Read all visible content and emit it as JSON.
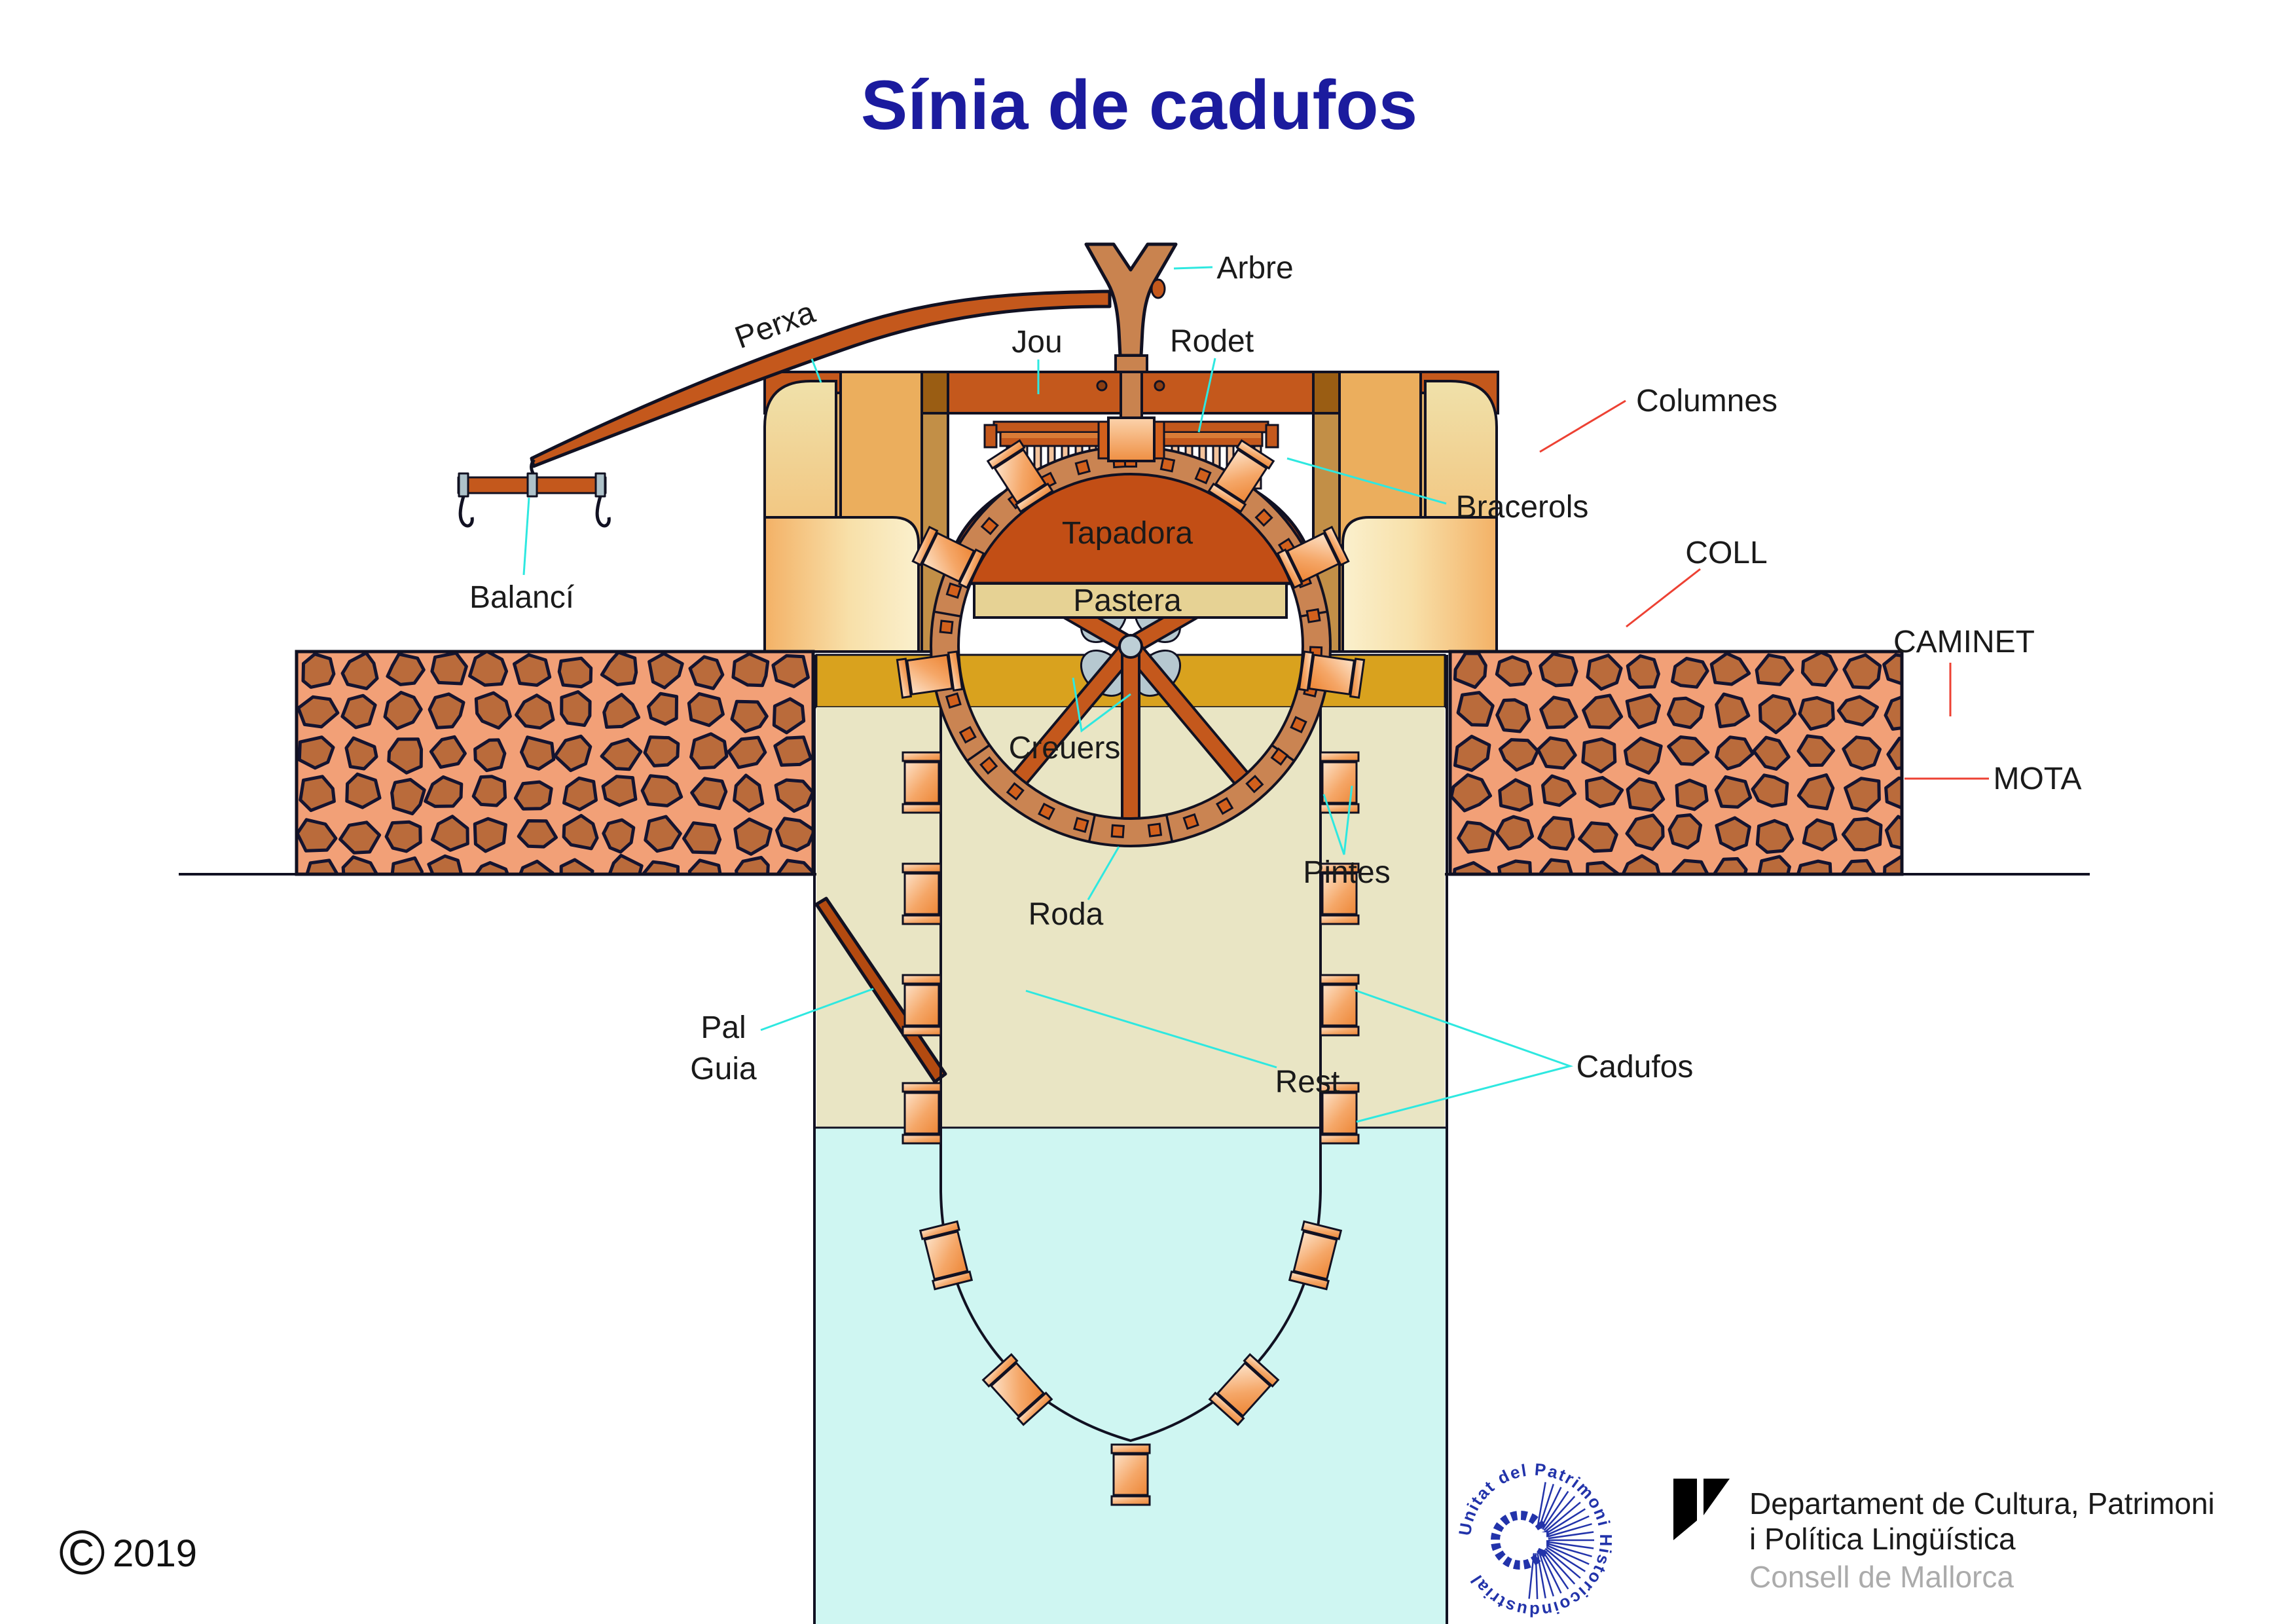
{
  "title": "Sínia de cadufos",
  "copyright": {
    "symbol": "©",
    "year": "2019"
  },
  "diagram_labels": {
    "arbre": "Arbre",
    "perxa": "Perxa",
    "jou": "Jou",
    "rodet": "Rodet",
    "columnes": "Columnes",
    "bracerols": "Bracerols",
    "balanci": "Balancí",
    "coll": "COLL",
    "tapadora": "Tapadora",
    "pastera": "Pastera",
    "caminet": "CAMINET",
    "mota": "MOTA",
    "creuers": "Creuers",
    "pintes": "Pintes",
    "roda": "Roda",
    "rest": "Rest",
    "pal_guia_line1": "Pal",
    "pal_guia_line2": "Guia",
    "cadufos": "Cadufos"
  },
  "footer": {
    "logo_ring_text": "Unitat del Patrimoni Historicoindustrial",
    "org_line1": "Departament de Cultura, Patrimoni",
    "org_line2": "i Política Lingüística",
    "org_sub": "Consell de Mallorca"
  },
  "colors": {
    "title_blue": "#1B1B9E",
    "label_black": "#1A1A1A",
    "leader_cyan": "#2EE8E0",
    "leader_red": "#ED4133",
    "wood_dark": "#C4581C",
    "wood_light": "#CA8452",
    "tapadora_rust": "#C24E15",
    "pastera_tan": "#E6D294",
    "gold_band": "#D9A21E",
    "shaft_beige": "#E9E5C4",
    "water_cyan": "#CFF6F2",
    "stone_fill": "#BA6B3B",
    "mortar": "#F2A077",
    "outline": "#111122",
    "steel_gray": "#B6C8D0",
    "logo_blue": "#2233AA",
    "column_face": "#EBAE5D",
    "pinte_orange": "#D2601C"
  }
}
